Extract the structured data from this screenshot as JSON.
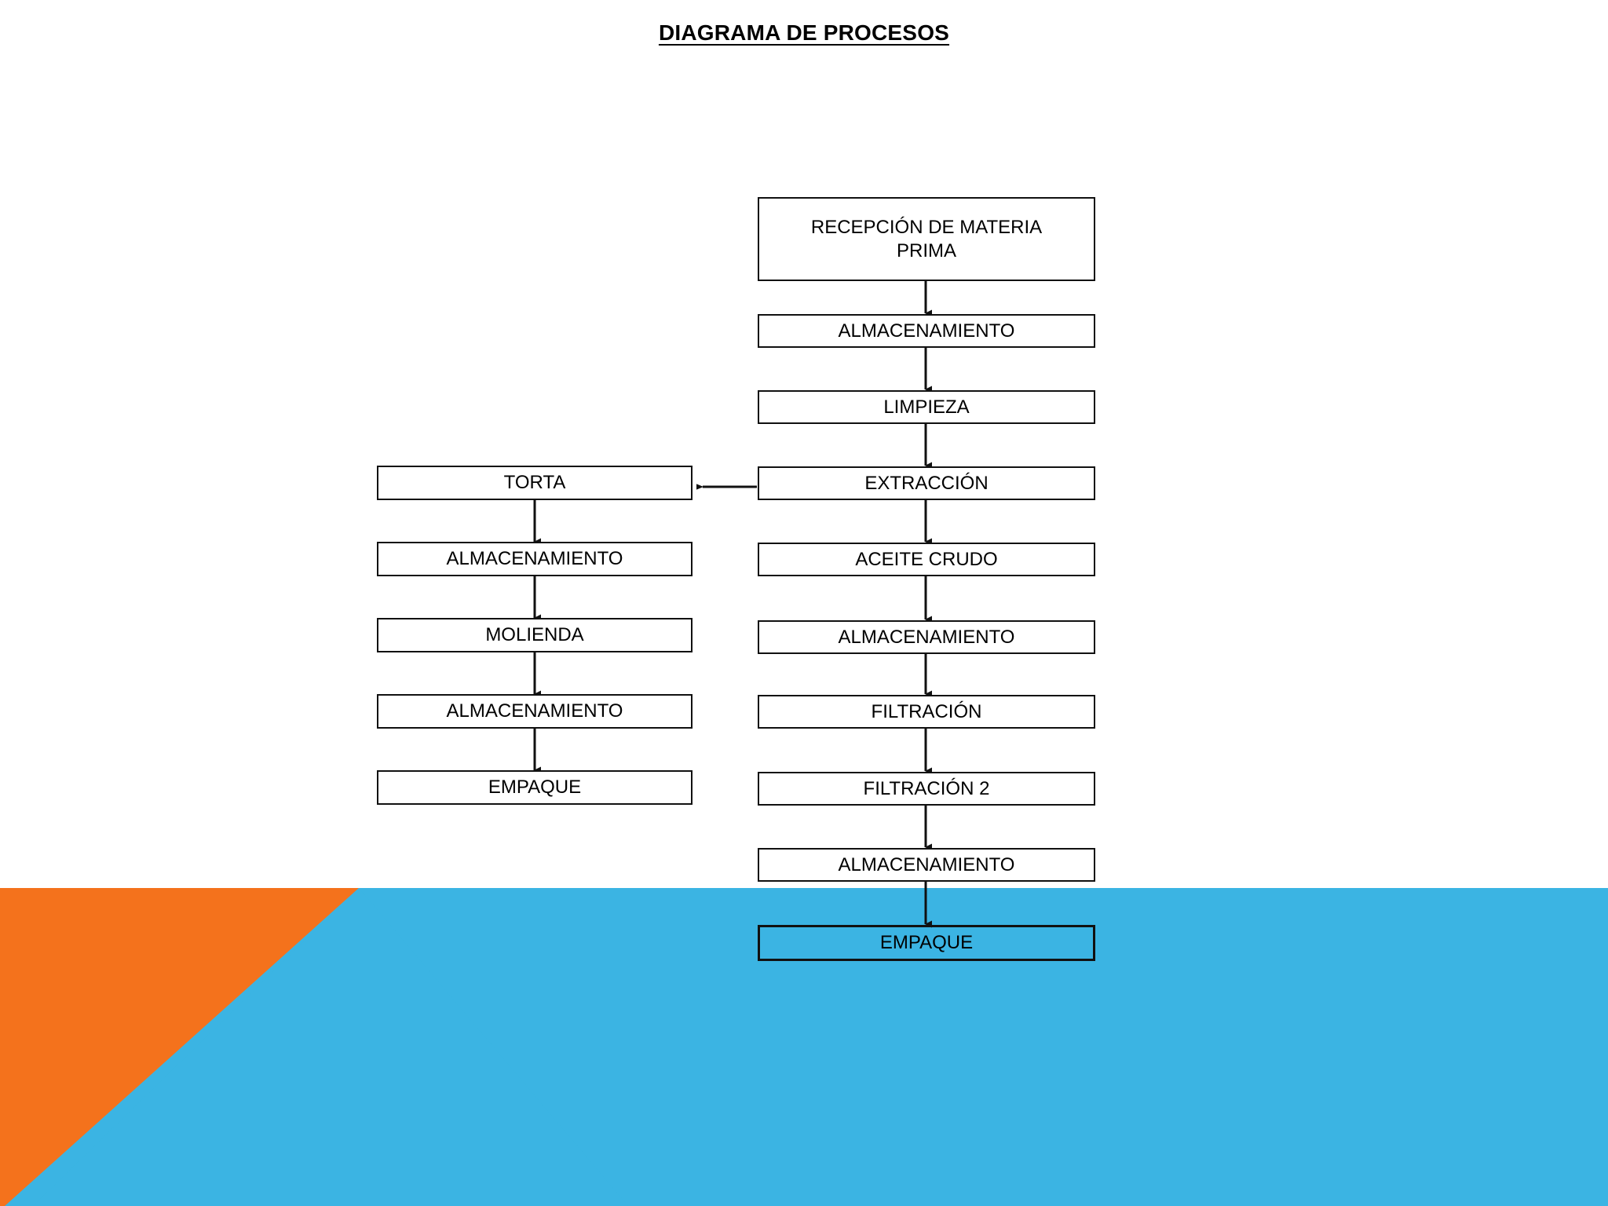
{
  "title": "DIAGRAMA DE PROCESOS",
  "colors": {
    "orange": "#F4721C",
    "light_blue": "#3BB4E3",
    "teal_overlap": "#3A99BF",
    "line": "#111111",
    "box_fill": "#FFFFFF",
    "page_background": "#FFFFFF"
  },
  "diagram": {
    "type": "flowchart",
    "orientation": "top-to-bottom",
    "columns": [
      {
        "id": "main-column",
        "name": "linea-principal",
        "nodes": [
          {
            "id": "n1",
            "label": "RECEPCIÓN DE MATERIA\nPRIMA"
          },
          {
            "id": "n2",
            "label": "ALMACENAMIENTO"
          },
          {
            "id": "n3",
            "label": "LIMPIEZA"
          },
          {
            "id": "n4",
            "label": "EXTRACCIÓN"
          },
          {
            "id": "n5",
            "label": "ACEITE CRUDO"
          },
          {
            "id": "n6",
            "label": "ALMACENAMIENTO"
          },
          {
            "id": "n7",
            "label": "FILTRACIÓN"
          },
          {
            "id": "n8",
            "label": "FILTRACIÓN 2"
          },
          {
            "id": "n9",
            "label": "ALMACENAMIENTO"
          },
          {
            "id": "n10",
            "label": "EMPAQUE"
          }
        ]
      },
      {
        "id": "byproduct-column",
        "name": "linea-torta",
        "nodes": [
          {
            "id": "t1",
            "label": "TORTA"
          },
          {
            "id": "t2",
            "label": "ALMACENAMIENTO"
          },
          {
            "id": "t3",
            "label": "MOLIENDA"
          },
          {
            "id": "t4",
            "label": "ALMACENAMIENTO"
          },
          {
            "id": "t5",
            "label": "EMPAQUE"
          }
        ]
      }
    ],
    "edges": [
      {
        "from": "n1",
        "to": "n2",
        "direction": "down"
      },
      {
        "from": "n2",
        "to": "n3",
        "direction": "down"
      },
      {
        "from": "n3",
        "to": "n4",
        "direction": "down"
      },
      {
        "from": "n4",
        "to": "n5",
        "direction": "down"
      },
      {
        "from": "n5",
        "to": "n6",
        "direction": "down"
      },
      {
        "from": "n6",
        "to": "n7",
        "direction": "down"
      },
      {
        "from": "n7",
        "to": "n8",
        "direction": "down"
      },
      {
        "from": "n8",
        "to": "n9",
        "direction": "down"
      },
      {
        "from": "n9",
        "to": "n10",
        "direction": "down"
      },
      {
        "from": "n4",
        "to": "t1",
        "direction": "left"
      },
      {
        "from": "t1",
        "to": "t2",
        "direction": "down"
      },
      {
        "from": "t2",
        "to": "t3",
        "direction": "down"
      },
      {
        "from": "t3",
        "to": "t4",
        "direction": "down"
      },
      {
        "from": "t4",
        "to": "t5",
        "direction": "down"
      }
    ]
  }
}
